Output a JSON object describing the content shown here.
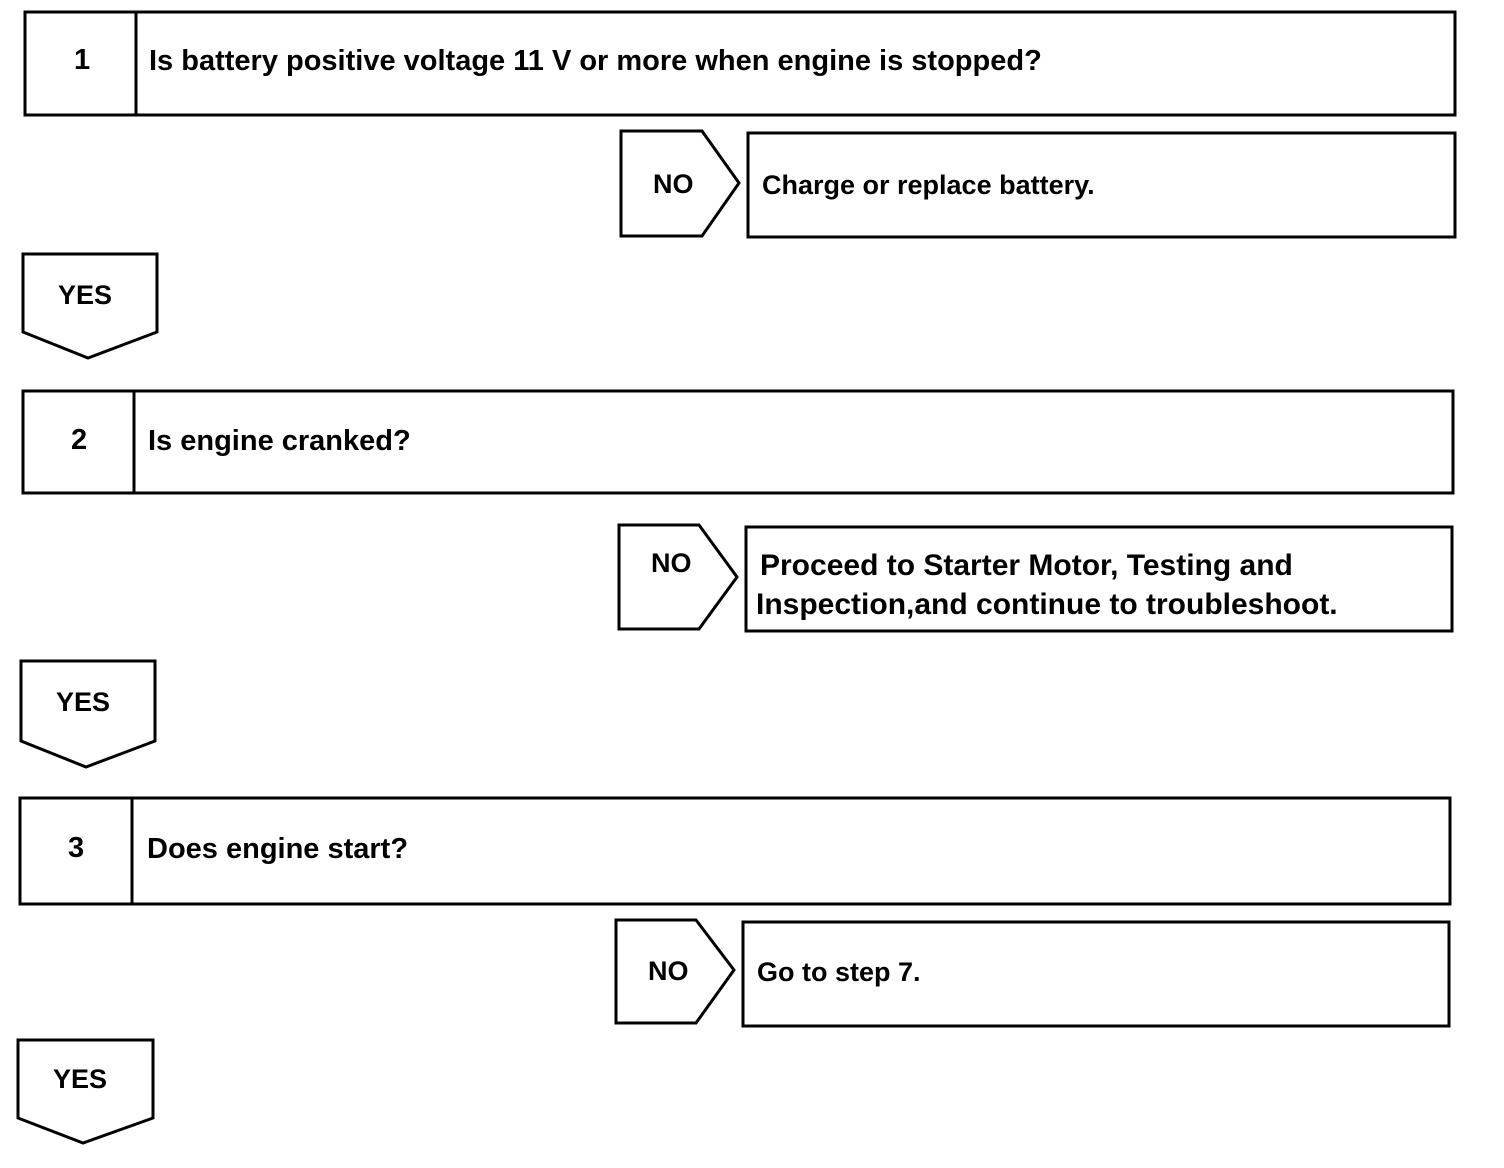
{
  "steps": [
    {
      "number": "1",
      "question": "Is battery positive voltage 11 V or more when engine is stopped?",
      "no_label": "NO",
      "no_action": "Charge or replace battery.",
      "yes_label": "YES"
    },
    {
      "number": "2",
      "question": "Is engine cranked?",
      "no_label": "NO",
      "no_action_lines": [
        "Proceed to Starter Motor, Testing and",
        "Inspection,and continue to troubleshoot."
      ],
      "yes_label": "YES"
    },
    {
      "number": "3",
      "question": "Does engine start?",
      "no_label": "NO",
      "no_action": "Go to step 7.",
      "yes_label": "YES"
    }
  ]
}
